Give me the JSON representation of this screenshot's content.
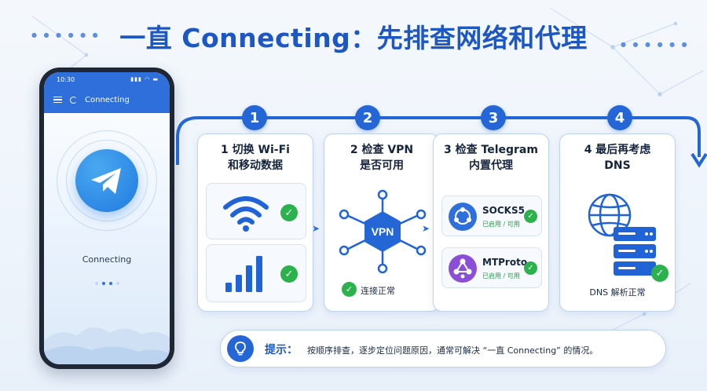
{
  "title": "一直 Connecting：先排查网络和代理",
  "phone": {
    "time": "10:30",
    "status_icons": "▮▮▮ ◠ ▬",
    "app_bar_title": "Connecting",
    "center_text": "Connecting",
    "icons": [
      "menu-icon",
      "spinner-icon",
      "telegram-logo"
    ]
  },
  "steps": [
    {
      "number": "1",
      "title_line1": "1 切换 Wi-Fi",
      "title_line2": "和移动数据",
      "icons": [
        "wifi-icon",
        "cellular-signal-icon"
      ]
    },
    {
      "number": "2",
      "title_line1": "2 检查 VPN",
      "title_line2": "是否可用",
      "vpn_label": "VPN",
      "status": "连接正常"
    },
    {
      "number": "3",
      "title_line1": "3 检查 Telegram",
      "title_line2": "内置代理",
      "proxies": [
        {
          "name": "SOCKS5",
          "status": "已启用 / 可用"
        },
        {
          "name": "MTProto",
          "status": "已启用 / 可用"
        }
      ]
    },
    {
      "number": "4",
      "title_line1": "4 最后再考虑",
      "title_line2": "DNS",
      "status": "DNS 解析正常",
      "icons": [
        "globe-icon",
        "server-icon"
      ]
    }
  ],
  "tip": {
    "label": "提示：",
    "text": "按顺序排查，逐步定位问题原因，通常可解决 “一直 Connecting” 的情况。"
  },
  "colors": {
    "primary": "#2566d6",
    "success": "#2bb24c",
    "proxy_socks": "#2f6fdc",
    "proxy_mtproto": "#8a4fd6"
  }
}
